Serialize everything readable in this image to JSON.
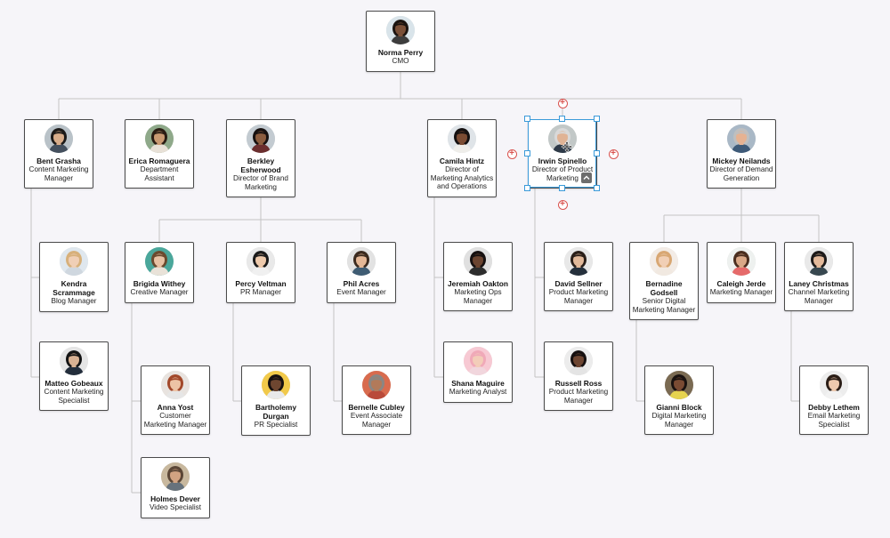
{
  "accent_color": "#3a9ad9",
  "add_color": "#d9534f",
  "nodes": [
    {
      "id": "n0",
      "name": "Norma Perry",
      "title": "CMO",
      "parent": null,
      "skin": "#7a5038",
      "hair": "#1b1410",
      "shirt": "#3d3d3d",
      "bg": "#d9e4ea"
    },
    {
      "id": "n1",
      "name": "Bent Grasha",
      "title": "Content Marketing Manager",
      "parent": "n0",
      "skin": "#d8ad8a",
      "hair": "#1c1a18",
      "shirt": "#44505e",
      "bg": "#b9c2c8"
    },
    {
      "id": "n2",
      "name": "Erica Romaguera",
      "title": "Department Assistant",
      "parent": "n0",
      "skin": "#c99a72",
      "hair": "#2a1d14",
      "shirt": "#e8e1d7",
      "bg": "#8fa98a"
    },
    {
      "id": "n3",
      "name": "Berkley Esherwood",
      "title": "Director of Brand Marketing",
      "parent": "n0",
      "skin": "#8c5d3f",
      "hair": "#171110",
      "shirt": "#6b2e2e",
      "bg": "#c3cbd1"
    },
    {
      "id": "n4",
      "name": "Camila Hintz",
      "title": "Director of Marketing Analytics and Operations",
      "parent": "n0",
      "skin": "#7b4c33",
      "hair": "#141010",
      "shirt": "#efeeea",
      "bg": "#dfe4e8"
    },
    {
      "id": "n5",
      "name": "Irwin Spinello",
      "title": "Director of Product Marketing",
      "parent": "n0",
      "skin": "#e0b395",
      "hair": "#d9d9d9",
      "shirt": "#2e3a48",
      "bg": "#c2c8c7"
    },
    {
      "id": "n6",
      "name": "Mickey Neilands",
      "title": "Director of Demand Generation",
      "parent": "n0",
      "skin": "#e6b292",
      "hair": "#bfbfbf",
      "shirt": "#3e5a78",
      "bg": "#a9b8c6"
    },
    {
      "id": "n7",
      "name": "Kendra Scrammage",
      "title": "Blog Manager",
      "parent": "n1",
      "skin": "#f0cfb6",
      "hair": "#d7b07a",
      "shirt": "#cfd7df",
      "bg": "#dfe7ee"
    },
    {
      "id": "n8",
      "name": "Matteo Gobeaux",
      "title": "Content Marketing Specialist",
      "parent": "n1",
      "skin": "#d9b293",
      "hair": "#141414",
      "shirt": "#222d3b",
      "bg": "#e5e5e5"
    },
    {
      "id": "n9",
      "name": "Brigida Withey",
      "title": "Creative Manager",
      "parent": "n3",
      "skin": "#e8c2a4",
      "hair": "#6b4a2e",
      "shirt": "#e9e2d8",
      "bg": "#4aa79b"
    },
    {
      "id": "n10",
      "name": "Percy Veltman",
      "title": "PR Manager",
      "parent": "n3",
      "skin": "#eecaac",
      "hair": "#1a1a1a",
      "shirt": "#f0f0f0",
      "bg": "#e9e9e9"
    },
    {
      "id": "n11",
      "name": "Phil Acres",
      "title": "Event Manager",
      "parent": "n3",
      "skin": "#e4b796",
      "hair": "#3b2a1e",
      "shirt": "#3f5c73",
      "bg": "#e2e2e2"
    },
    {
      "id": "n12",
      "name": "Anna Yost",
      "title": "Customer Marketing Manager",
      "parent": "n9",
      "skin": "#edc3a5",
      "hair": "#a2482a",
      "shirt": "#e6e6e6",
      "bg": "#e8e3df"
    },
    {
      "id": "n13",
      "name": "Holmes Dever",
      "title": "Video Specialist",
      "parent": "n9",
      "skin": "#d2a382",
      "hair": "#5b4636",
      "shirt": "#67727c",
      "bg": "#c8b89e"
    },
    {
      "id": "n14",
      "name": "Bartholemy Durgan",
      "title": "PR Specialist",
      "parent": "n10",
      "skin": "#6e4630",
      "hair": "#161010",
      "shirt": "#e9e9e9",
      "bg": "#f1c94a"
    },
    {
      "id": "n15",
      "name": "Bernelle Cubley",
      "title": "Event Associate Manager",
      "parent": "n11",
      "skin": "#b27a5a",
      "hair": "#8a8683",
      "shirt": "#b94a3a",
      "bg": "#d86b4e"
    },
    {
      "id": "n16",
      "name": "Jeremiah Oakton",
      "title": "Marketing Ops Manager",
      "parent": "n4",
      "skin": "#6b4430",
      "hair": "#161010",
      "shirt": "#2d2d2d",
      "bg": "#e0e0e0"
    },
    {
      "id": "n17",
      "name": "Shana Maguire",
      "title": "Marketing Analyst",
      "parent": "n4",
      "skin": "#f3cdb9",
      "hair": "#f0a9b8",
      "shirt": "#f1d6dd",
      "bg": "#f7c9d3"
    },
    {
      "id": "n18",
      "name": "David Sellner",
      "title": "Product Marketing Manager",
      "parent": "n5",
      "skin": "#e2b99a",
      "hair": "#2a1f19",
      "shirt": "#25303c",
      "bg": "#e8e8e8"
    },
    {
      "id": "n19",
      "name": "Russell Ross",
      "title": "Product Marketing Manager",
      "parent": "n5",
      "skin": "#6e4632",
      "hair": "#161010",
      "shirt": "#e4e4e4",
      "bg": "#ececec"
    },
    {
      "id": "n20",
      "name": "Bernadine Godsell",
      "title": "Senior Digital Marketing Manager",
      "parent": "n6",
      "skin": "#f1cfb5",
      "hair": "#d8a773",
      "shirt": "#f1e9e1",
      "bg": "#f3ece6"
    },
    {
      "id": "n21",
      "name": "Caleigh Jerde",
      "title": "Marketing Manager",
      "parent": "n6",
      "skin": "#d9a887",
      "hair": "#4a2e1f",
      "shirt": "#e56a6a",
      "bg": "#eef1ef"
    },
    {
      "id": "n22",
      "name": "Laney Christmas",
      "title": "Channel Marketing Manager",
      "parent": "n6",
      "skin": "#e3b99a",
      "hair": "#1d1a19",
      "shirt": "#37474f",
      "bg": "#e9e9e9"
    },
    {
      "id": "n23",
      "name": "Gianni Block",
      "title": "Digital Marketing Manager",
      "parent": "n20",
      "skin": "#7a4b33",
      "hair": "#1a1210",
      "shirt": "#e6d34f",
      "bg": "#7a6a52"
    },
    {
      "id": "n24",
      "name": "Debby Lethem",
      "title": "Email Marketing Specialist",
      "parent": "n22",
      "skin": "#edc9ae",
      "hair": "#2a1d16",
      "shirt": "#f2f2f2",
      "bg": "#ededed"
    }
  ],
  "selected_node": "n5"
}
